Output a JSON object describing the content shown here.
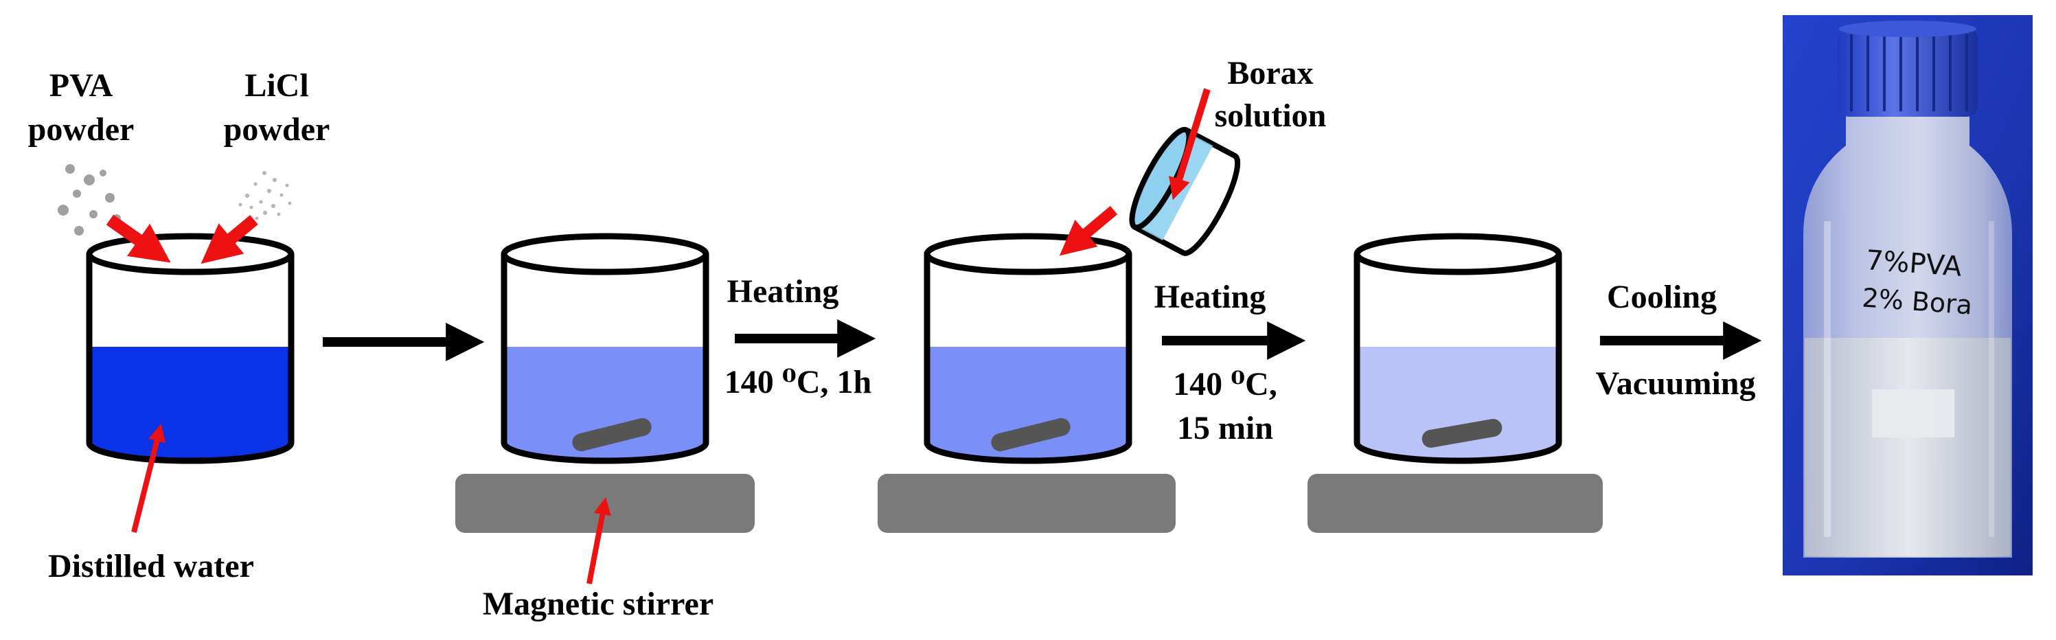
{
  "labels": {
    "pva_powder": [
      "PVA",
      "powder"
    ],
    "licl_powder": [
      "LiCl",
      "powder"
    ],
    "distilled_water": "Distilled water",
    "magnetic_stirrer": "Magnetic stirrer",
    "borax_solution": [
      "Borax",
      "solution"
    ],
    "step1_action": "Heating",
    "step1_condition": "140 ⁰C, 1h",
    "step2_action": "Heating",
    "step2_condition": [
      "140 ⁰C,",
      "15 min"
    ],
    "step3_action": [
      "Cooling",
      "Vacuuming"
    ]
  },
  "photo": {
    "bottle_marking": [
      "7%PVA",
      "2% Bora"
    ]
  },
  "colors": {
    "water_dark": "#0a32e6",
    "solution_mid": "#7b8ff8",
    "solution_light": "#b9c3f7",
    "borax_fill": "#8fd0f0",
    "pointer_red": "#ee1111",
    "stirrer_gray": "#7a7a7a",
    "photo_blue": "#1f3fc8"
  }
}
